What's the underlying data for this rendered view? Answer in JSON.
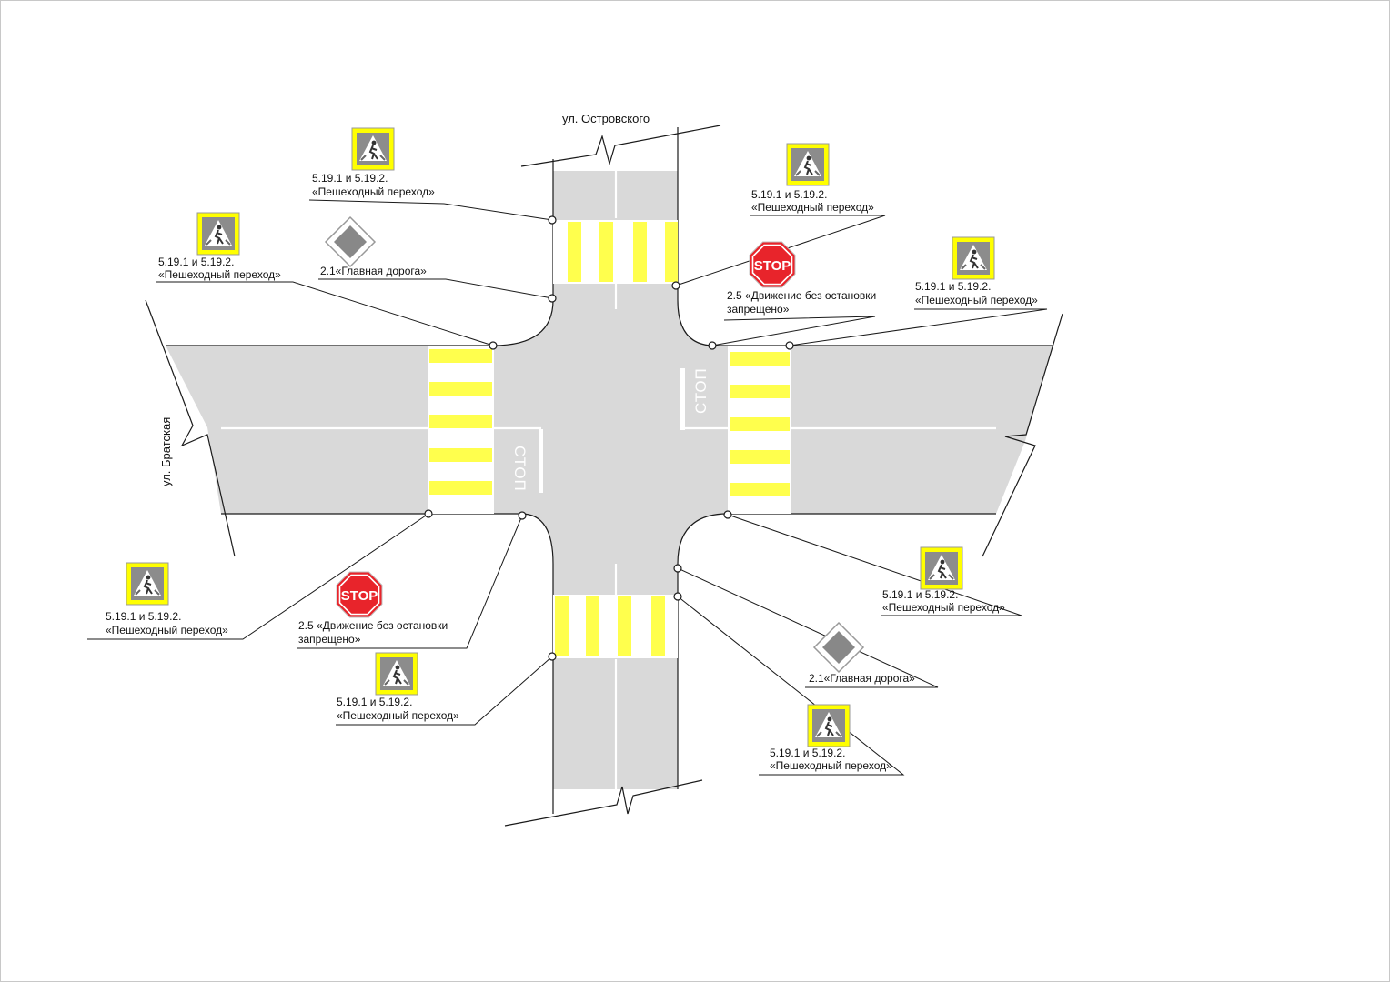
{
  "streets": {
    "north": "ул. Островского",
    "west": "ул. Братская"
  },
  "road_marking": {
    "stop_word": "СТОП"
  },
  "signs": {
    "crossing_line1": "5.19.1 и 5.19.2.",
    "crossing_line2": "«Пешеходный переход»",
    "main_road": "2.1«Главная  дорога»",
    "no_stop_line1": "2.5 «Движение без остановки",
    "no_stop_line2": "запрещено»",
    "stop_sign_text": "STOP"
  },
  "colors": {
    "road": "#d9d9d9",
    "zebra": "#ffff4d",
    "sign_frame": "#ffff00",
    "sign_blue": "#8c8c8c",
    "stop_red": "#e8242b",
    "priority_yellow": "#888888"
  }
}
